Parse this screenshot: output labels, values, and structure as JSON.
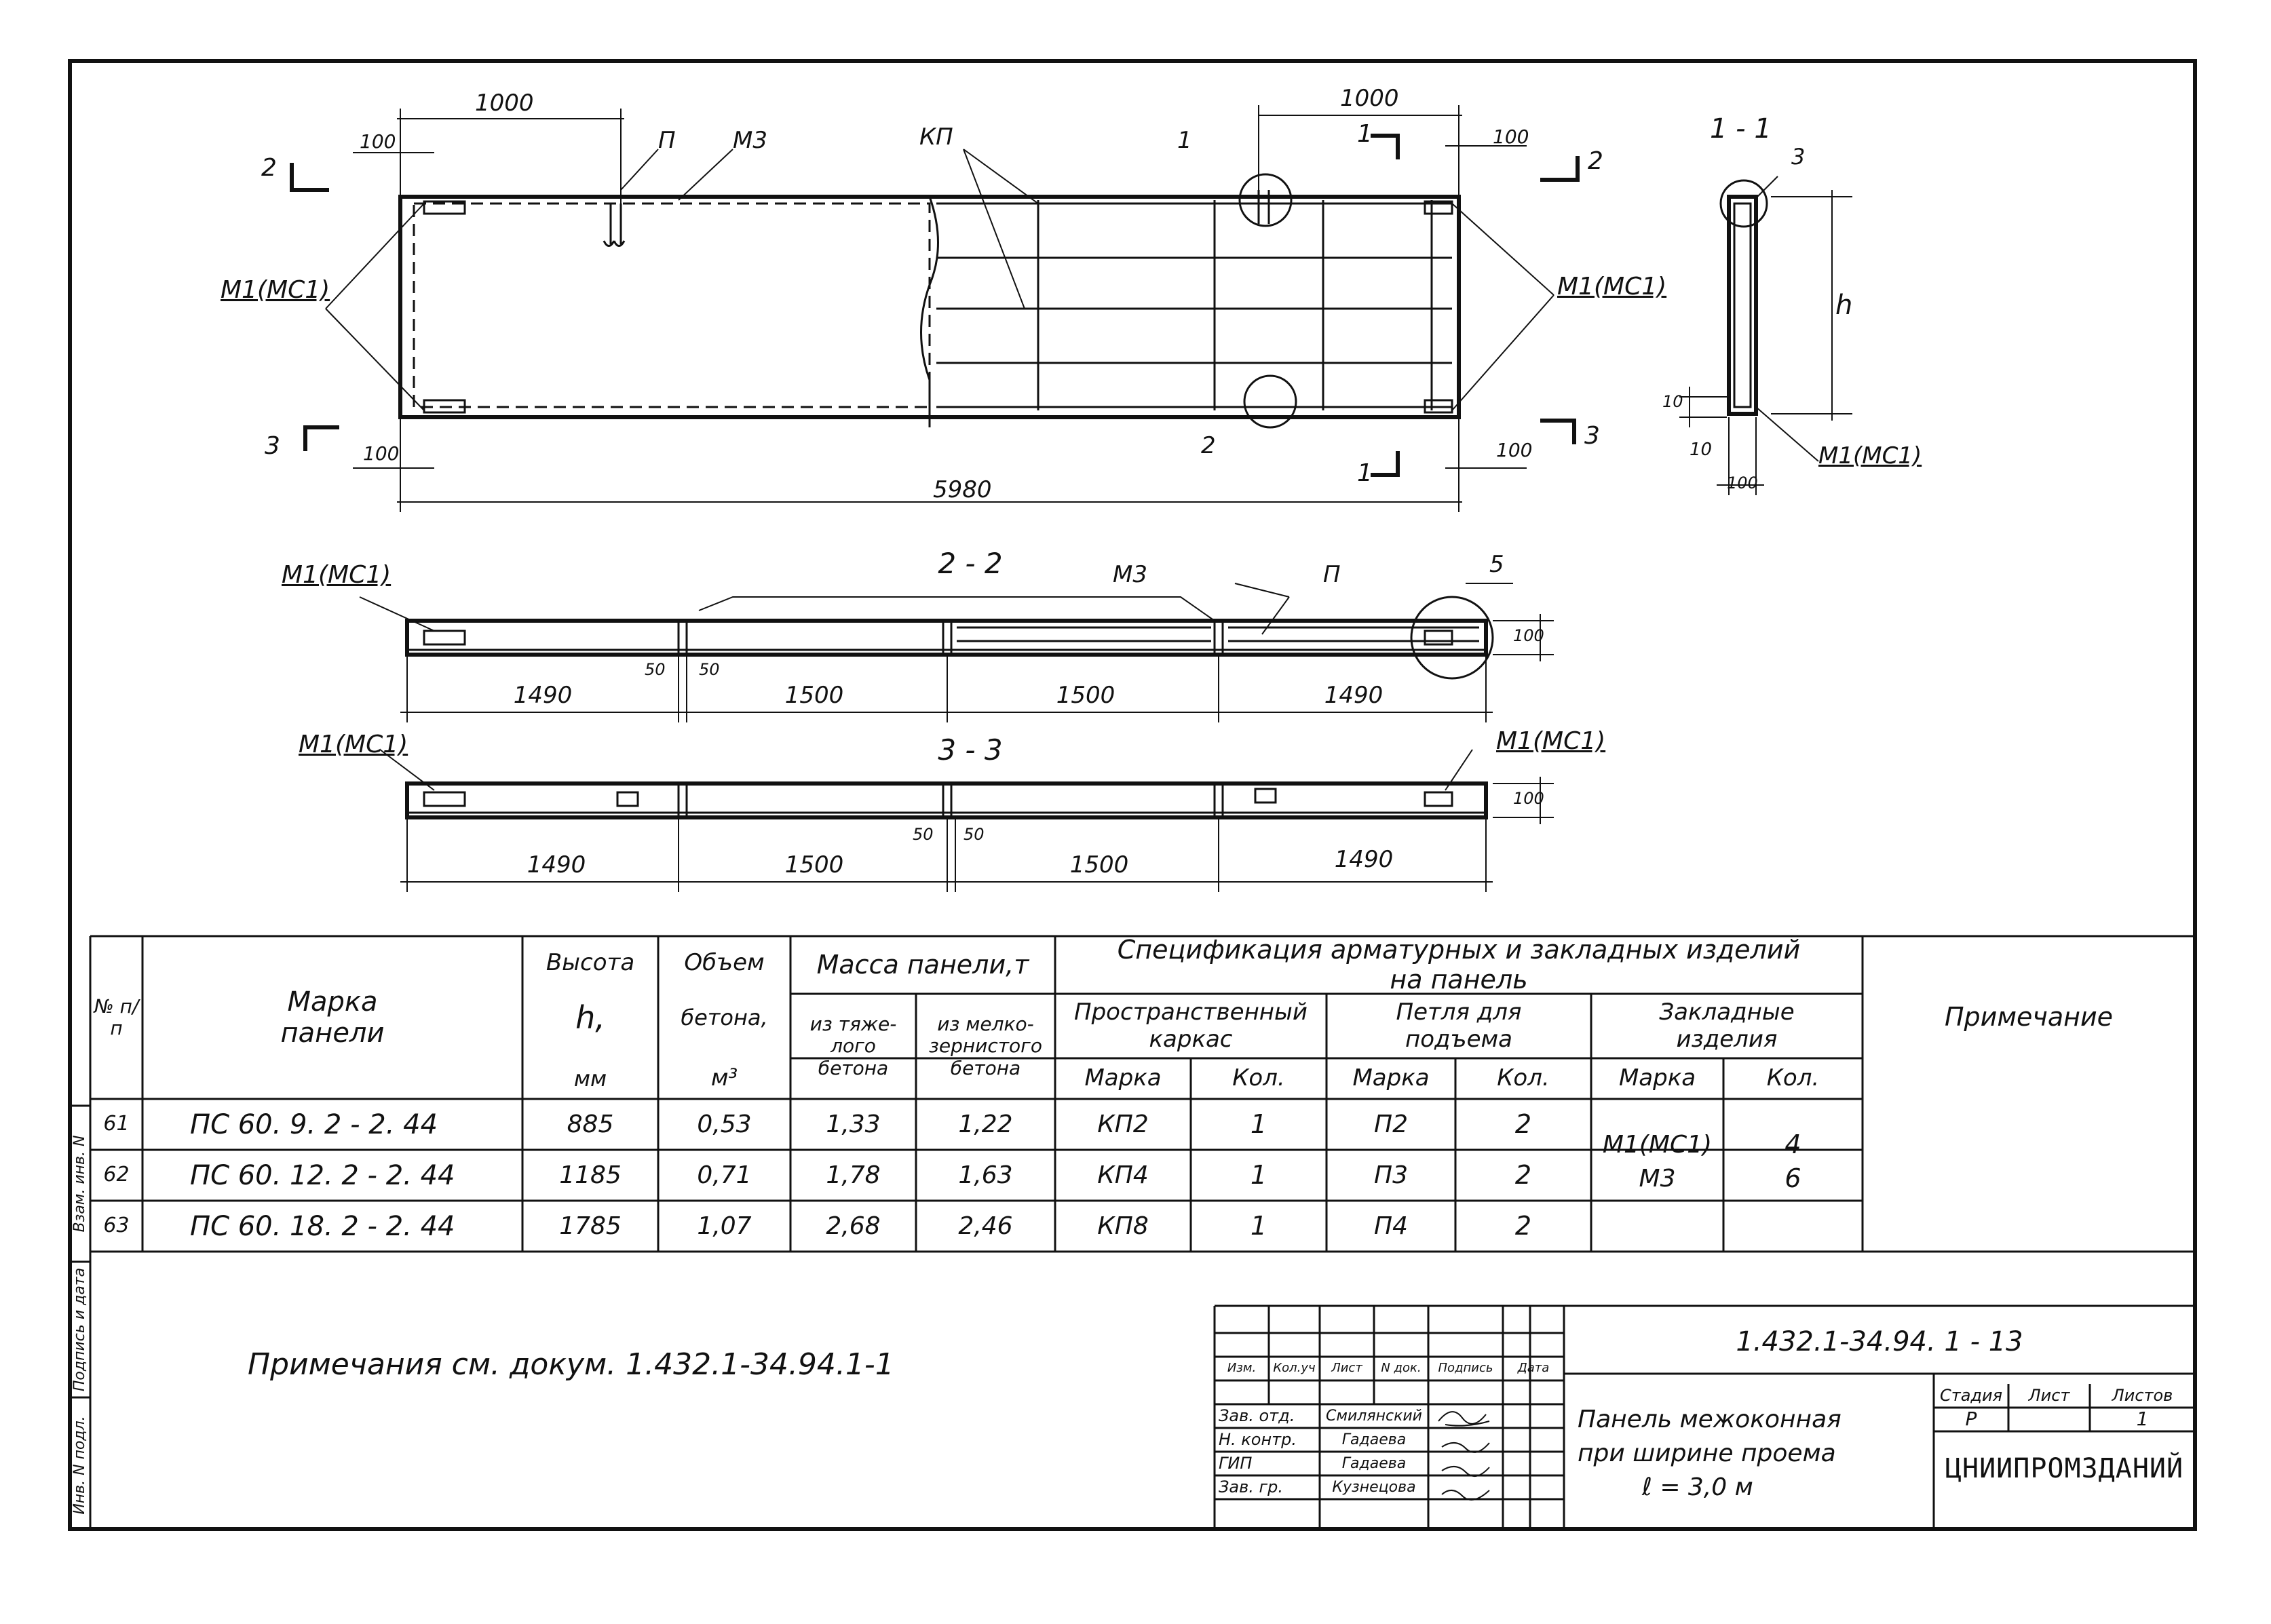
{
  "drawing": {
    "plan": {
      "dims_top": [
        "1000",
        "1000"
      ],
      "dims_small": [
        "100",
        "100",
        "100",
        "100"
      ],
      "total_length": "5980",
      "labels": {
        "m1": "M1(MC1)",
        "p": "П",
        "m3": "M3",
        "kp": "КП",
        "c1": "1",
        "c2": "2",
        "sec1": "1",
        "sec2": "2",
        "sec3": "3"
      }
    },
    "section_1_1": {
      "title": "1 - 1",
      "h": "h",
      "m1": "M1(MC1)",
      "d10a": "10",
      "d10b": "10",
      "d100": "100",
      "callout": "3"
    },
    "section_2_2": {
      "title": "2 - 2",
      "m1": "M1(MC1)",
      "m3": "M3",
      "p": "П",
      "callout": "5",
      "height": "100",
      "dims": [
        "1490",
        "1500",
        "1500",
        "1490"
      ],
      "gap": [
        "50",
        "50"
      ]
    },
    "section_3_3": {
      "title": "3 - 3",
      "m1_left": "M1(MC1)",
      "m1_right": "M1(MC1)",
      "height": "100",
      "dims": [
        "1490",
        "1500",
        "1500",
        "1490"
      ],
      "gap": [
        "50",
        "50"
      ]
    }
  },
  "table": {
    "headers": {
      "no": "№ п/п",
      "mark": "Марка панели",
      "height": "Высота",
      "height_sym": "h,",
      "height_unit": "мм",
      "volume": "Объем",
      "volume2": "бетона,",
      "volume_unit": "м³",
      "mass": "Масса панели,т",
      "mass_heavy": "из тяже-лого бетона",
      "mass_light": "из мелко-зернистого бетона",
      "spec": "Спецификация арматурных и закладных изделий на панель",
      "frame": "Пространственный каркас",
      "loop": "Петля для подъема",
      "embed": "Закладные изделия",
      "mark_sub": "Марка",
      "qty_sub": "Кол.",
      "note": "Примечание"
    },
    "rows": [
      {
        "no": "61",
        "mark": "ПС 60. 9. 2 - 2. 44",
        "h": "885",
        "vol": "0,53",
        "heavy": "1,33",
        "light": "1,22",
        "frame": "КП2",
        "frame_q": "1",
        "loop": "П2",
        "loop_q": "2"
      },
      {
        "no": "62",
        "mark": "ПС 60. 12. 2 - 2. 44",
        "h": "1185",
        "vol": "0,71",
        "heavy": "1,78",
        "light": "1,63",
        "frame": "КП4",
        "frame_q": "1",
        "loop": "П3",
        "loop_q": "2"
      },
      {
        "no": "63",
        "mark": "ПС 60. 18. 2 - 2. 44",
        "h": "1785",
        "vol": "1,07",
        "heavy": "2,68",
        "light": "2,46",
        "frame": "КП8",
        "frame_q": "1",
        "loop": "П4",
        "loop_q": "2"
      }
    ],
    "embedded": {
      "marks": [
        "M1(MC1)",
        "M3"
      ],
      "qty": [
        "4",
        "6"
      ]
    }
  },
  "note_text": "Примечания см. докум. 1.432.1-34.94.1-1",
  "side_strip": {
    "inv_orig": "Инв. N подл.",
    "sign_date": "Подпись и дата",
    "inv_repl": "Взам. инв. N"
  },
  "stamp": {
    "code": "1.432.1-34.94. 1 - 13",
    "header_cols": [
      "Изм.",
      "Кол.уч",
      "Лист",
      "N док.",
      "Подпись",
      "Дата"
    ],
    "roles": [
      {
        "role": "Зав. отд.",
        "name": "Смилянский"
      },
      {
        "role": "Н. контр.",
        "name": "Гадаева"
      },
      {
        "role": "ГИП",
        "name": "Гадаева"
      },
      {
        "role": "Зав. гр.",
        "name": "Кузнецова"
      }
    ],
    "title": [
      "Панель межоконная",
      "при ширине проема",
      "ℓ = 3,0 м"
    ],
    "stage_label": "Стадия",
    "sheet_label": "Лист",
    "sheets_label": "Листов",
    "stage": "Р",
    "sheet": "",
    "sheets": "1",
    "org": "ЦНИИПРОМЗДАНИЙ"
  }
}
